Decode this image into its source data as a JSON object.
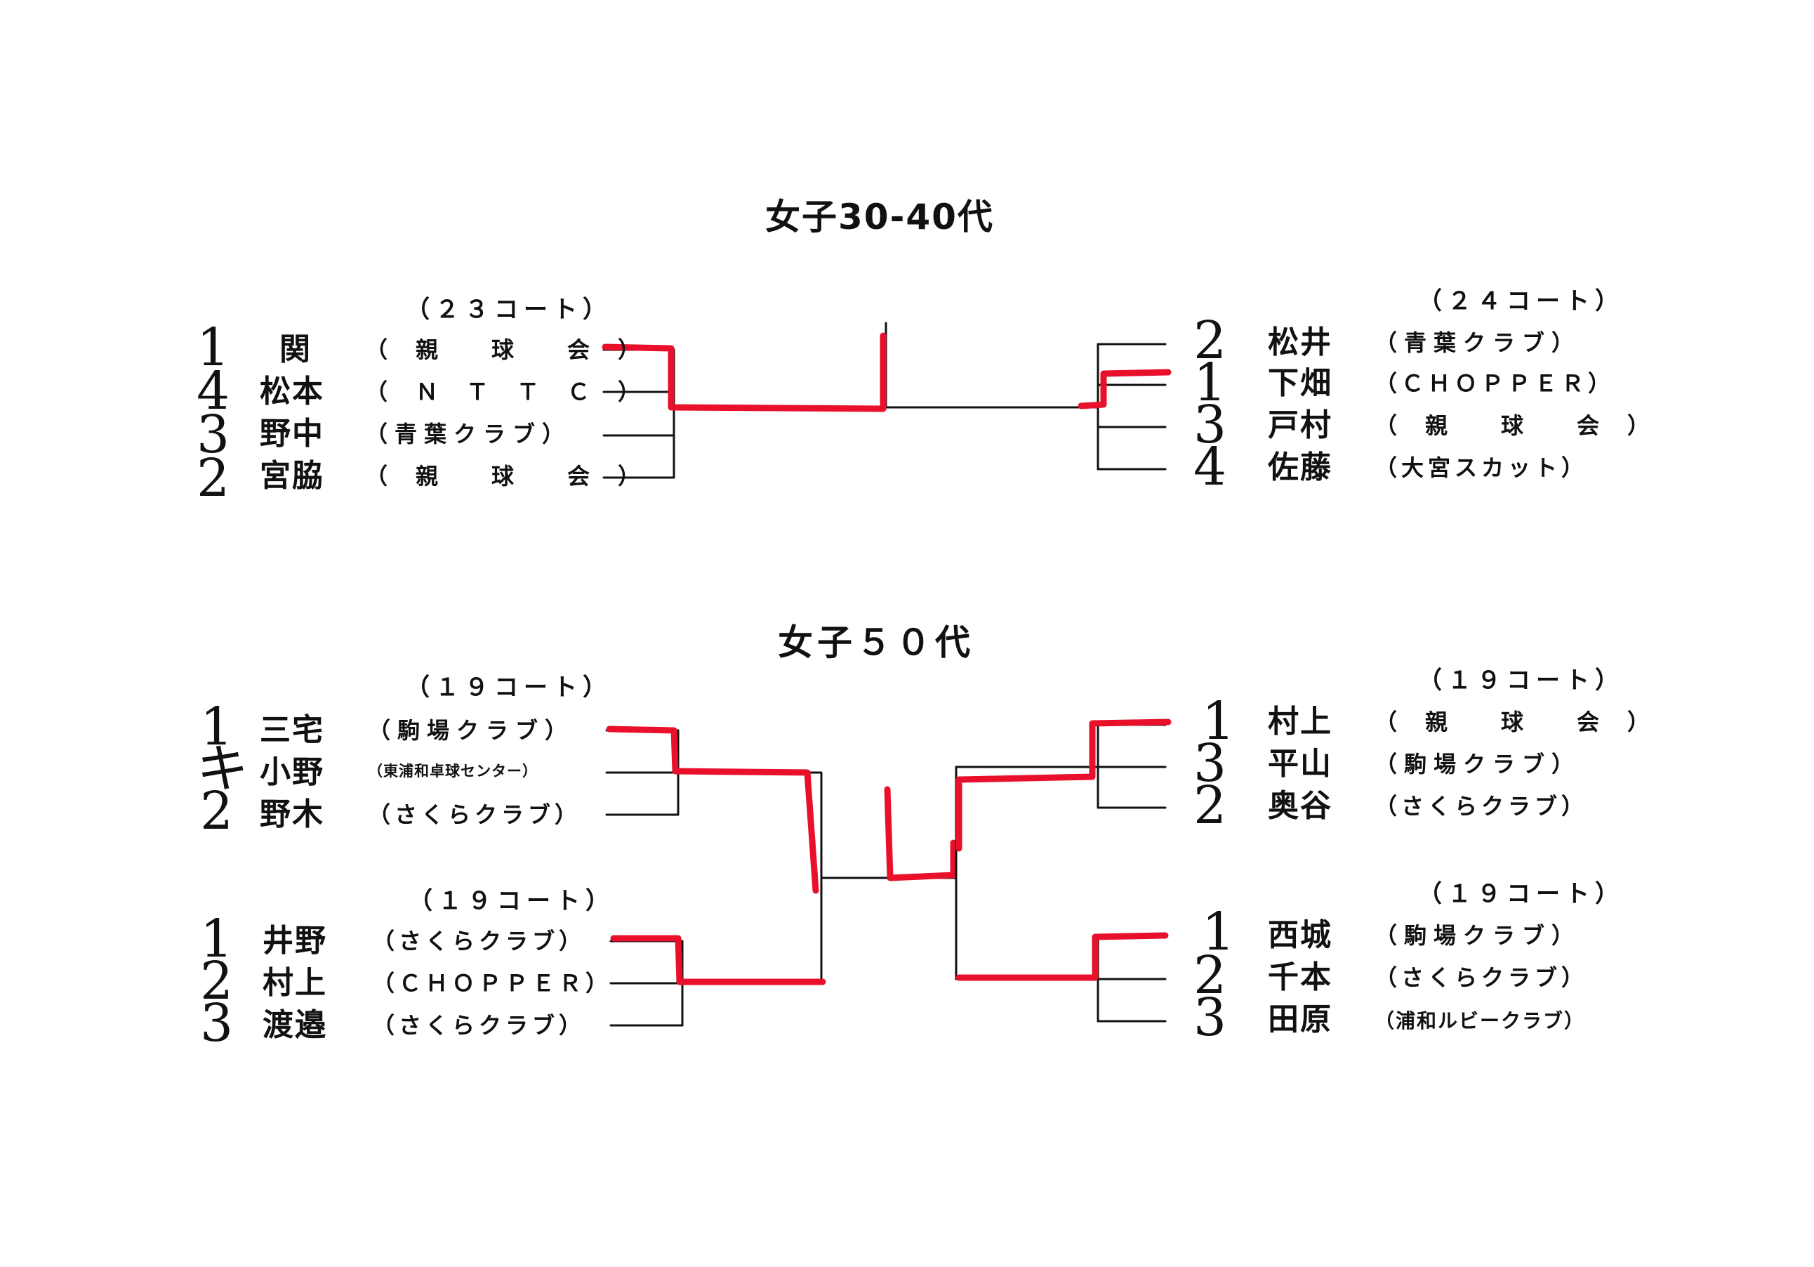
{
  "sections": [
    {
      "title": "女子30-40代",
      "left": {
        "court": "（２３コート）",
        "players": [
          {
            "rank": "1",
            "name": "関",
            "club": "（　親　　球　　会　）"
          },
          {
            "rank": "4",
            "name": "松本",
            "club": "（　Ｎ　Ｔ　Ｔ　Ｃ　）"
          },
          {
            "rank": "3",
            "name": "野中",
            "club": "（青葉クラブ）"
          },
          {
            "rank": "2",
            "name": "宮脇",
            "club": "（　親　　球　　会　）"
          }
        ]
      },
      "right": {
        "court": "（２４コート）",
        "players": [
          {
            "rank": "2",
            "name": "松井",
            "club": "（青葉クラブ）"
          },
          {
            "rank": "1",
            "name": "下畑",
            "club": "（ＣＨＯＰＰＥＲ）"
          },
          {
            "rank": "3",
            "name": "戸村",
            "club": "（　親　　球　　会　）"
          },
          {
            "rank": "4",
            "name": "佐藤",
            "club": "（大宮スカット）"
          }
        ]
      }
    },
    {
      "title": "女子５０代",
      "left_blocks": [
        {
          "court": "（１９コート）",
          "players": [
            {
              "rank": "1",
              "name": "三宅",
              "club": "（駒場クラブ）"
            },
            {
              "rank": "キ",
              "name": "小野",
              "club": "（東浦和卓球センター）"
            },
            {
              "rank": "2",
              "name": "野木",
              "club": "（さくらクラブ）"
            }
          ]
        },
        {
          "court": "（１９コート）",
          "players": [
            {
              "rank": "1",
              "name": "井野",
              "club": "（さくらクラブ）"
            },
            {
              "rank": "2",
              "name": "村上",
              "club": "（ＣＨＯＰＰＥＲ）"
            },
            {
              "rank": "3",
              "name": "渡邉",
              "club": "（さくらクラブ）"
            }
          ]
        }
      ],
      "right_blocks": [
        {
          "court": "（１９コート）",
          "players": [
            {
              "rank": "1",
              "name": "村上",
              "club": "（　親　　球　　会　）"
            },
            {
              "rank": "3",
              "name": "平山",
              "club": "（駒場クラブ）"
            },
            {
              "rank": "2",
              "name": "奥谷",
              "club": "（さくらクラブ）"
            }
          ]
        },
        {
          "court": "（１９コート）",
          "players": [
            {
              "rank": "1",
              "name": "西城",
              "club": "（駒場クラブ）"
            },
            {
              "rank": "2",
              "name": "千本",
              "club": "（さくらクラブ）"
            },
            {
              "rank": "3",
              "name": "田原",
              "club": "（浦和ルビークラブ）"
            }
          ]
        }
      ]
    }
  ],
  "colors": {
    "line": "#111111",
    "highlight": "#e8102a",
    "background": "#ffffff"
  }
}
